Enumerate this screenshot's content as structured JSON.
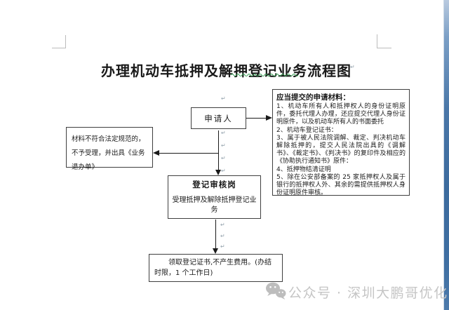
{
  "document": {
    "title": "办理机动车抵押及解押登记业务流程图"
  },
  "flowchart": {
    "applicant_box": {
      "label": "申请人"
    },
    "reject_box": {
      "text": "材料不符合法定规范的，不予受理，并出具《业务退办单》"
    },
    "review_box": {
      "title": "登记审核岗",
      "body": "受理抵押及解除抵押登记业务"
    },
    "result_box": {
      "text": "领取登记证书,不产生费用。(办结时限，1 个工作日)"
    },
    "materials_box": {
      "title": "应当提交的申请材料：",
      "items": [
        "1、机动车所有人和抵押权人的身份证明原件，委托代理人办理，还应提交代理人身份证明原件，以及机动车所有人的书面委托",
        "2、机动车登记证书：",
        "3、属于被人民法院调解、裁定、判决机动车解除抵押的，提交人民法院出具的《调解书》、《裁定书》、《判决书》的复印件及相应的《协助执行通知书》原件：",
        "4、抵押物结清证明",
        "5、除在公安部备案的 25 家抵押权人及属于银行的抵押权人外、其余的需提供抵押权人身份证明原件审核。"
      ]
    }
  },
  "watermark": {
    "text": "公众号 · 深圳大鹏哥优化"
  },
  "marks": {
    "pilcrow": "↵"
  },
  "colors": {
    "border": "#3f3f3f",
    "wavy_underline": "#35a053",
    "scrollbar_blue": "#3f6fa2",
    "watermark_gray": "#c5c5c5"
  }
}
